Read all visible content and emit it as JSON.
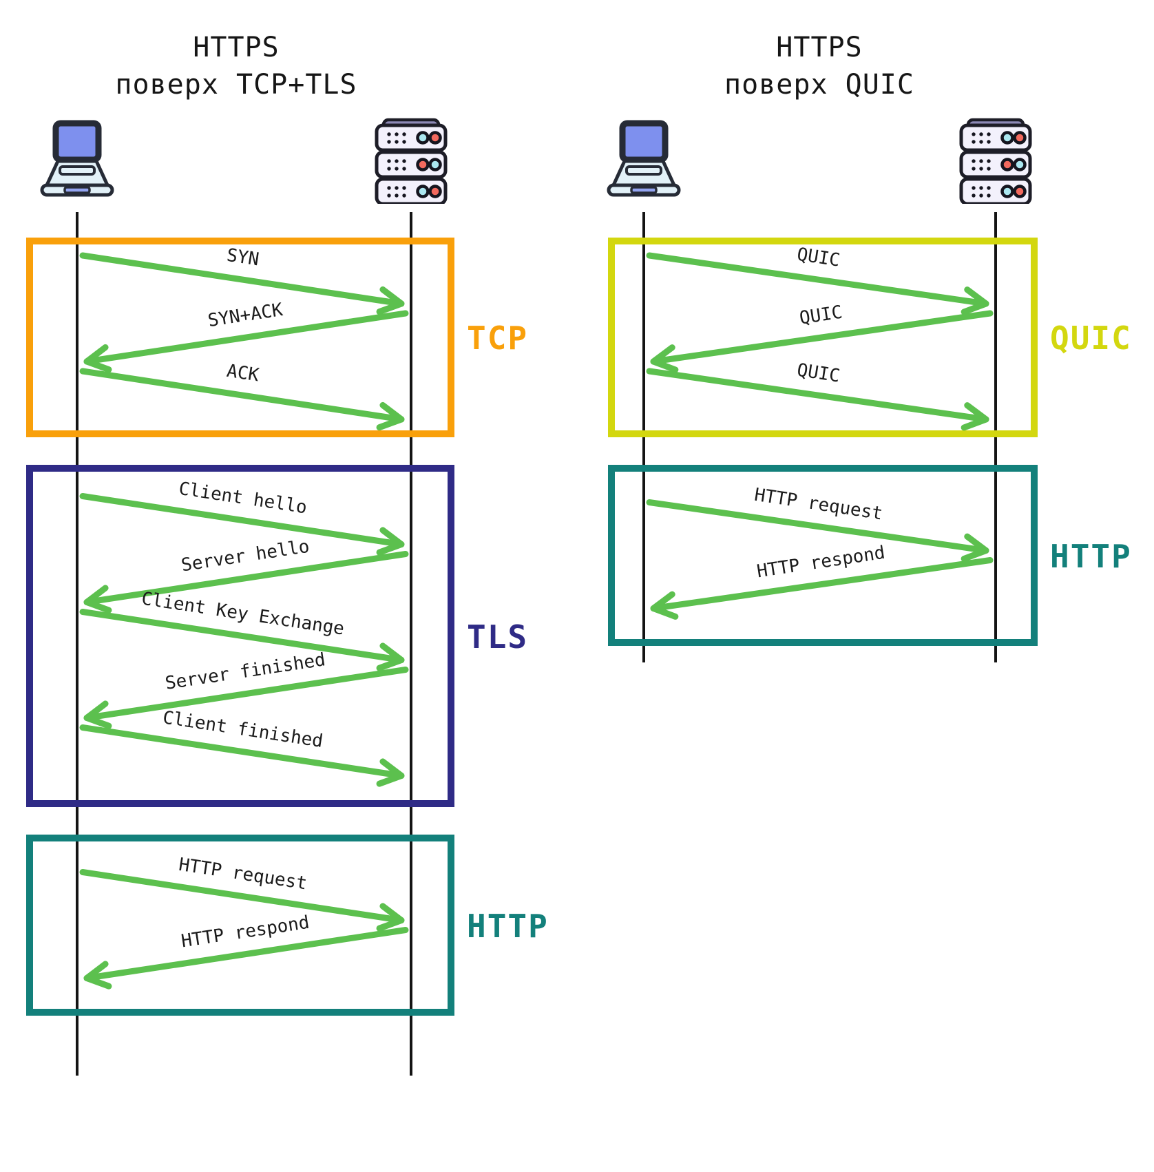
{
  "titles": {
    "left": {
      "line1": "HTTPS",
      "line2": "поверх TCP+TLS"
    },
    "right": {
      "line1": "HTTPS",
      "line2": "поверх QUIC"
    }
  },
  "colors": {
    "arrow_green": "#5cc04e",
    "tcp_orange": "#f9a00b",
    "tls_navy": "#2f2b86",
    "http_teal": "#13807b",
    "quic_yellow": "#d3d70f",
    "lifeline_black": "#141414"
  },
  "icons": [
    {
      "name": "laptop-icon",
      "meaning": "client computer"
    },
    {
      "name": "server-icon",
      "meaning": "server rack"
    }
  ],
  "diagrams": [
    {
      "id": "https-over-tcp-tls",
      "boxes": [
        {
          "label": "TCP",
          "color": "#f9a00b",
          "messages": [
            {
              "text": "SYN",
              "direction": "client-to-server"
            },
            {
              "text": "SYN+ACK",
              "direction": "server-to-client"
            },
            {
              "text": "ACK",
              "direction": "client-to-server"
            }
          ]
        },
        {
          "label": "TLS",
          "color": "#2f2b86",
          "messages": [
            {
              "text": "Client hello",
              "direction": "client-to-server"
            },
            {
              "text": "Server hello",
              "direction": "server-to-client"
            },
            {
              "text": "Client Key Exchange",
              "direction": "client-to-server"
            },
            {
              "text": "Server finished",
              "direction": "server-to-client"
            },
            {
              "text": "Client finished",
              "direction": "client-to-server"
            }
          ]
        },
        {
          "label": "HTTP",
          "color": "#13807b",
          "messages": [
            {
              "text": "HTTP request",
              "direction": "client-to-server"
            },
            {
              "text": "HTTP respond",
              "direction": "server-to-client"
            }
          ]
        }
      ]
    },
    {
      "id": "https-over-quic",
      "boxes": [
        {
          "label": "QUIC",
          "color": "#d3d70f",
          "messages": [
            {
              "text": "QUIC",
              "direction": "client-to-server"
            },
            {
              "text": "QUIC",
              "direction": "server-to-client"
            },
            {
              "text": "QUIC",
              "direction": "client-to-server"
            }
          ]
        },
        {
          "label": "HTTP",
          "color": "#13807b",
          "messages": [
            {
              "text": "HTTP request",
              "direction": "client-to-server"
            },
            {
              "text": "HTTP respond",
              "direction": "server-to-client"
            }
          ]
        }
      ]
    }
  ]
}
